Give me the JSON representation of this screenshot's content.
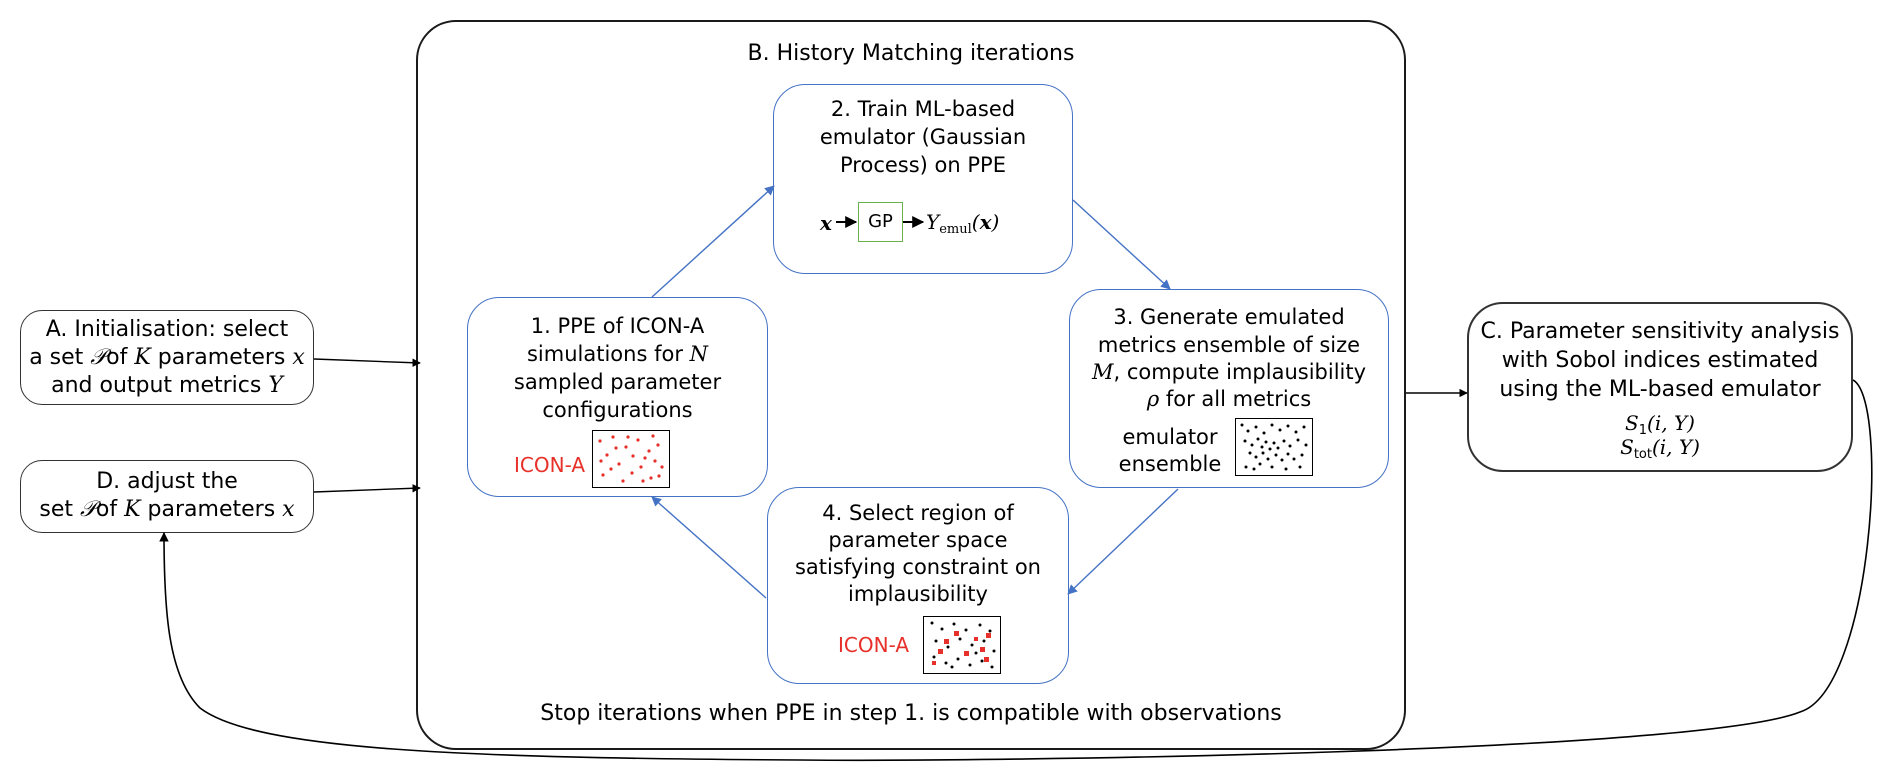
{
  "outer_box": {
    "title": "B. History Matching iterations",
    "stop_text": "Stop iterations when PPE in step 1. is compatible with observations"
  },
  "box_a": {
    "line1": "A. Initialisation: select",
    "line2_pre": "a set ",
    "line2_sym1": "𝒫",
    "line2_mid1": "of ",
    "line2_sym2": "K",
    "line2_mid2": " parameters ",
    "line2_sym3": "x",
    "line3_pre": "and output metrics ",
    "line3_sym": "Y"
  },
  "box_d": {
    "line1": "D. adjust the",
    "line2_pre": "set ",
    "line2_sym1": "𝒫",
    "line2_mid1": "of ",
    "line2_sym2": "K",
    "line2_mid2": " parameters ",
    "line2_sym3": "x"
  },
  "box_c": {
    "line1": "C. Parameter sensitivity analysis",
    "line2": "with Sobol indices estimated",
    "line3": "using the ML-based emulator",
    "formula1_sym": "S",
    "formula1_sub": "1",
    "formula1_args": "(i, Y)",
    "formula2_sym": "S",
    "formula2_sub": "tot",
    "formula2_args": "(i, Y)"
  },
  "step1": {
    "line1": "1. PPE of ICON-A",
    "line2_pre": "simulations for ",
    "line2_sym": "N",
    "line3": "sampled parameter",
    "line4": "configurations",
    "label": "ICON-A"
  },
  "step2": {
    "line1": "2. Train ML-based",
    "line2": "emulator (Gaussian",
    "line3": "Process) on PPE",
    "gp_input": "x",
    "gp_label": "GP",
    "gp_output_sym": "Y",
    "gp_output_sub": "emul",
    "gp_output_arg": "x"
  },
  "step3": {
    "line1": "3. Generate emulated",
    "line2": "metrics ensemble of size",
    "line3_sym": "M",
    "line3_rest": ", compute implausibility",
    "line4_sym": "ρ",
    "line4_rest": " for all metrics",
    "label1": "emulator",
    "label2": "ensemble"
  },
  "step4": {
    "line1": "4. Select region of",
    "line2": "parameter space",
    "line3": "satisfying constraint on",
    "line4": "implausibility",
    "label": "ICON-A"
  },
  "colors": {
    "step_border": "#4472c4",
    "arrow_blue": "#4472c4",
    "red_label": "#e8302a",
    "gp_border": "#6ab04c"
  }
}
